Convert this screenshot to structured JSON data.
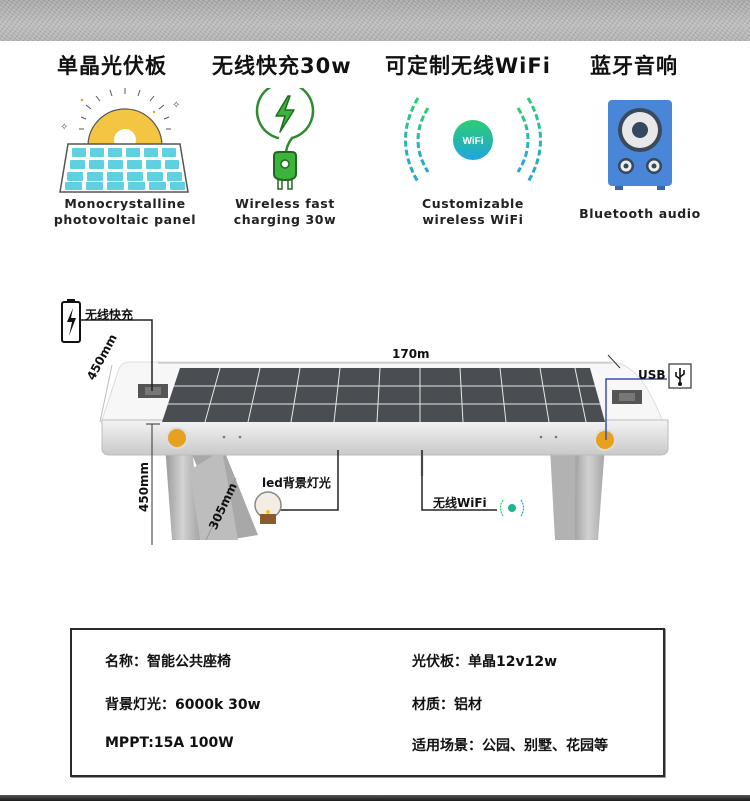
{
  "features": [
    {
      "title": "单晶光伏板",
      "caption_line1": "Monocrystalline",
      "caption_line2": "photovoltaic panel",
      "icon": "solar-panel-icon"
    },
    {
      "title": "无线快充30w",
      "caption_line1": "Wireless fast",
      "caption_line2": "charging 30w",
      "icon": "charging-plug-icon"
    },
    {
      "title": "可定制无线WiFi",
      "caption_line1": "Customizable",
      "caption_line2": "wireless WiFi",
      "icon": "wifi-icon",
      "icon_text": "WiFi"
    },
    {
      "title": "蓝牙音响",
      "caption_line1": "Bluetooth audio",
      "caption_line2": "",
      "icon": "speaker-icon"
    }
  ],
  "diagram": {
    "callouts": {
      "wireless_charge": "无线快充",
      "usb": "USB",
      "led_light": "led背景灯光",
      "wifi": "无线WiFi"
    },
    "dimensions": {
      "length": "170m",
      "width": "450mm",
      "height": "450mm",
      "leg_depth": "305mm"
    }
  },
  "specs": {
    "left": [
      {
        "label": "名称：",
        "value": "智能公共座椅"
      },
      {
        "label": "背景灯光：",
        "value": "6000k 30w"
      },
      {
        "label": "MPPT:",
        "value": "15A 100W"
      }
    ],
    "right": [
      {
        "label": "光伏板：",
        "value": "单晶12v12w"
      },
      {
        "label": "材质：",
        "value": "铝材"
      },
      {
        "label": "适用场景：",
        "value": "公园、别墅、花园等"
      }
    ]
  },
  "colors": {
    "solar_cell": "#5fd0e0",
    "sun": "#f4c542",
    "charge_green": "#2e8b2e",
    "wifi_green": "#2ecc71",
    "wifi_blue": "#1fa6e0",
    "speaker_blue": "#4a86d8",
    "usb_line": "#3b4fb5",
    "badge_orange": "#e6a21f"
  }
}
